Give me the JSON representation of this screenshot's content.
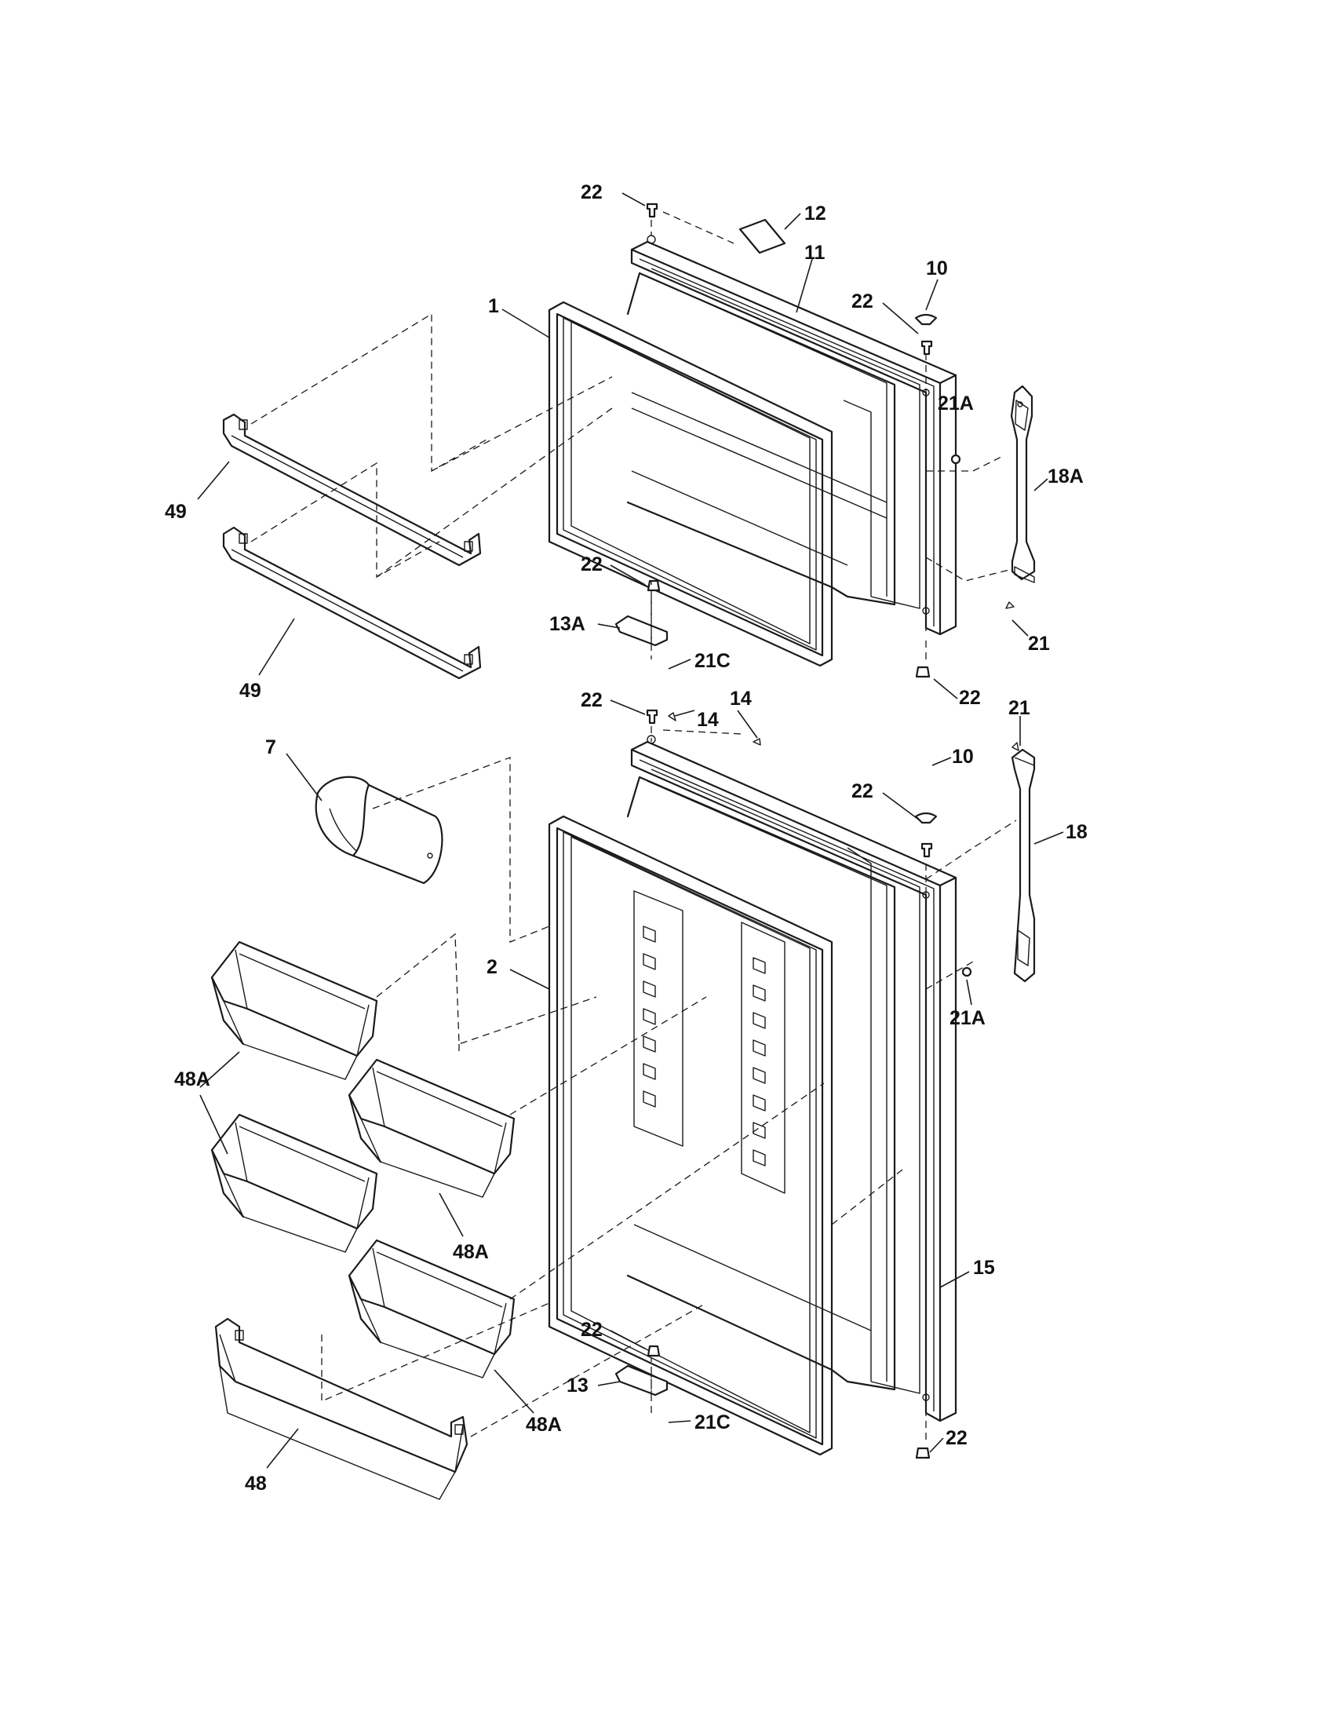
{
  "colors": {
    "line": "#1a1a1a",
    "background": "#ffffff"
  },
  "labels": {
    "p22a": "22",
    "p12": "12",
    "p11": "11",
    "p10a": "10",
    "p22b": "22",
    "p1": "1",
    "p21a_top": "21A",
    "p18a": "18A",
    "p49a": "49",
    "p22c": "22",
    "p13a": "13A",
    "p21c_top": "21C",
    "p21_top": "21",
    "p49b": "49",
    "p22d": "22",
    "p22e": "22",
    "p14a": "14",
    "p14b": "14",
    "p21_bot": "21",
    "p7": "7",
    "p10b": "10",
    "p22f": "22",
    "p18": "18",
    "p2": "2",
    "p21a_bot": "21A",
    "p48a_1": "48A",
    "p48a_2": "48A",
    "p15": "15",
    "p22g": "22",
    "p13": "13",
    "p21c_bot": "21C",
    "p48a_3": "48A",
    "p22h": "22",
    "p48": "48"
  }
}
